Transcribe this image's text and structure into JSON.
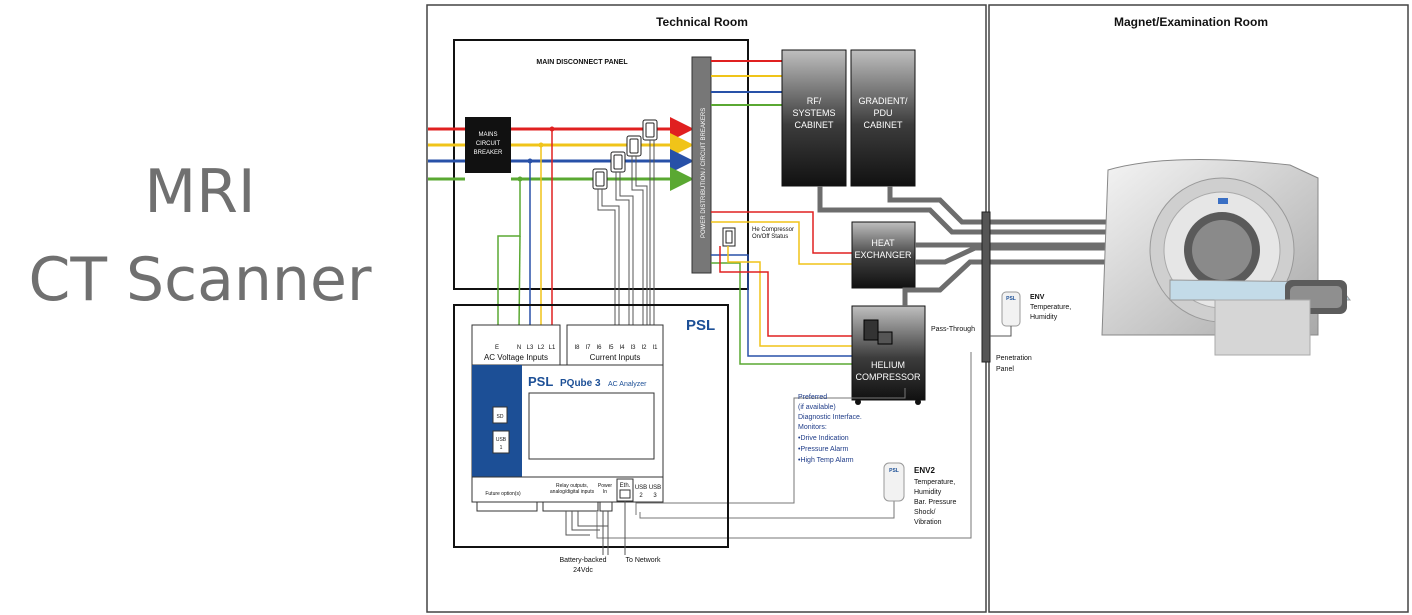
{
  "slide": {
    "title_line1": "MRI",
    "title_line2": "CT Scanner"
  },
  "rooms": {
    "technical": "Technical Room",
    "magnet": "Magnet/Examination Room"
  },
  "panel": {
    "title": "MAIN DISCONNECT PANEL",
    "breaker_line1": "MAINS",
    "breaker_line2": "CIRCUIT",
    "breaker_line3": "BREAKER",
    "distribution": "POWER DISTRIBUTION / CIRCUIT BREAKERS"
  },
  "cabinets": {
    "rf_line1": "RF/",
    "rf_line2": "SYSTEMS",
    "rf_line3": "CABINET",
    "grad_line1": "GRADIENT/",
    "grad_line2": "PDU",
    "grad_line3": "CABINET",
    "heat_line1": "HEAT",
    "heat_line2": "EXCHANGER",
    "helium_line1": "HELIUM",
    "helium_line2": "COMPRESSOR"
  },
  "he_status_line1": "He Compressor",
  "he_status_line2": "On/Off Status",
  "pass_through": "Pass-Through",
  "penetration_line1": "Penetration",
  "penetration_line2": "Panel",
  "env": {
    "title": "ENV",
    "line1": "Temperature,",
    "line2": "Humidity",
    "badge": "PSL"
  },
  "env2": {
    "title": "ENV2",
    "line1": "Temperature,",
    "line2": "Humidity",
    "line3": "Bar. Pressure",
    "line4": "Shock/",
    "line5": "Vibration",
    "badge": "PSL"
  },
  "diagnostic": {
    "line1": "Preferred",
    "line2": "(if available)",
    "line3": "Diagnostic Interface.",
    "line4": "Monitors:",
    "item1": "•Drive Indication",
    "item2": "•Pressure Alarm",
    "item3": "•High Temp Alarm"
  },
  "analyzer": {
    "logo": "PSL",
    "brand": "PSL",
    "model": "PQube 3",
    "subtitle": "AC Analyzer",
    "ac_inputs": "AC Voltage Inputs",
    "current_inputs": "Current Inputs",
    "term_e": "E",
    "term_n": "N",
    "term_l3": "L3",
    "term_l2": "L2",
    "term_l1": "L1",
    "i8": "I8",
    "i7": "I7",
    "i6": "I6",
    "i5": "I5",
    "i4": "I4",
    "i3": "I3",
    "i2": "I2",
    "i1": "I1",
    "sd": "SD",
    "usb1": "USB",
    "usb1_num": "1",
    "future": "Future option(s)",
    "relay_line1": "Relay outputs,",
    "relay_line2": "analog/digital inputs",
    "power_line1": "Power",
    "power_line2": "In",
    "eth": "Eth.",
    "usb2": "USB",
    "usb2_num": "2",
    "usb3": "USB",
    "usb3_num": "3"
  },
  "battery_line1": "Battery-backed",
  "battery_line2": "24Vdc",
  "network": "To Network",
  "colors": {
    "red": "#e02020",
    "yellow": "#f0c419",
    "blue": "#2851a8",
    "green": "#5aa832",
    "analyzer_blue": "#1c4f96"
  }
}
